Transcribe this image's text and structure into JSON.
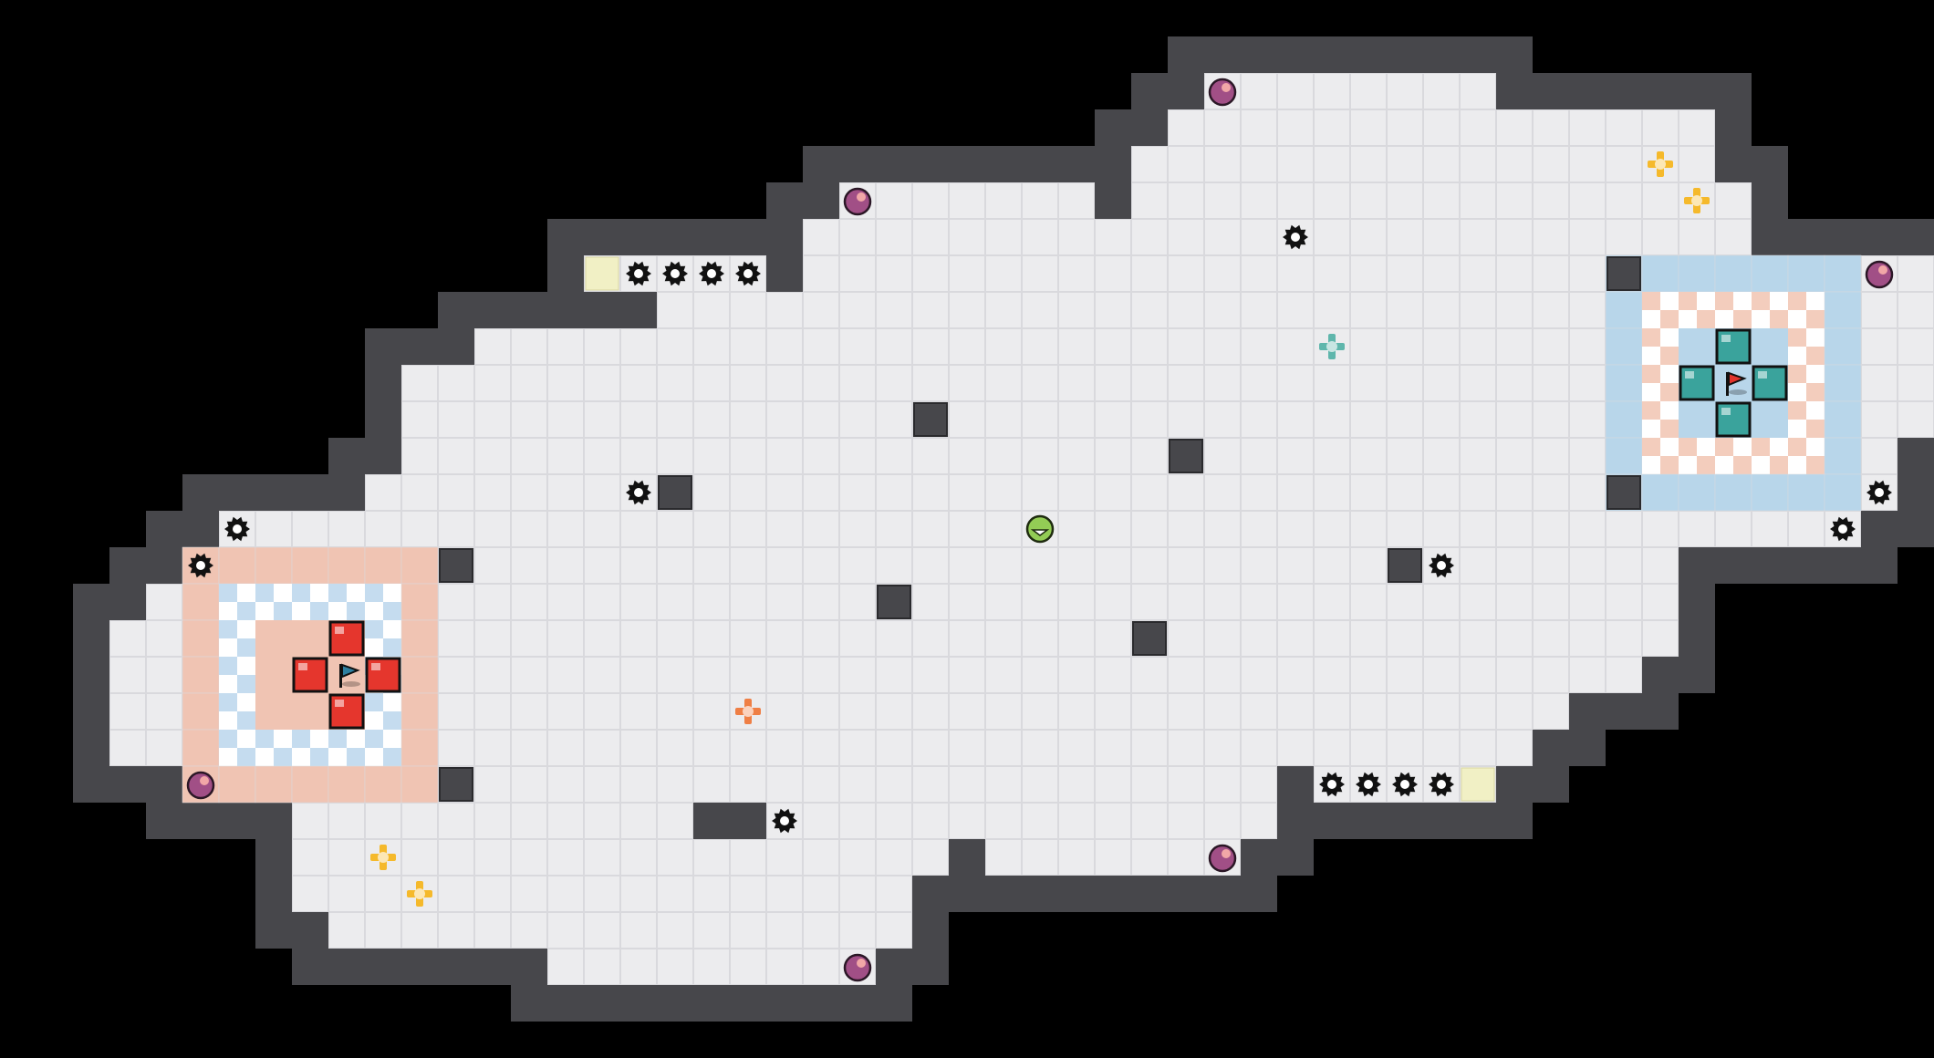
{
  "colors": {
    "background": "#000000",
    "floor": "#ececee",
    "floor_line": "#d9d9dd",
    "wall": "#47474b",
    "wall_edge": "#2a2a2d",
    "block": "#47474b",
    "red_base": "#f0c4b3",
    "blue_base": "#b8d6ea",
    "checker_light": "#ffffff",
    "checker_blue": "#c5dcef",
    "checker_red": "#f3cdbd",
    "red_crate": "#e5362d",
    "teal_crate": "#3aa39c",
    "pad": "#f1f0c5",
    "spike": "#111111",
    "powerup_yellow": "#f5b92b",
    "powerup_orange": "#ef7f45",
    "powerup_teal": "#5fb6ac",
    "bomb": "#a14f86",
    "ball": "#93cc55"
  },
  "icons": {
    "spike": "spike-icon",
    "bomb": "bomb-icon",
    "boost": "boost-pad-icon",
    "powerup": "powerup-plus-icon",
    "flag": "flag-icon",
    "ball": "ball-icon"
  },
  "flags": [
    {
      "team": "blue",
      "col": 7,
      "row": 16
    },
    {
      "team": "red",
      "col": 45,
      "row": 8
    }
  ],
  "balls": [
    {
      "team": "neutral",
      "col": 26,
      "row": 12
    }
  ],
  "bombs": [
    {
      "col": 31,
      "row": 0
    },
    {
      "col": 21,
      "row": 3
    },
    {
      "col": 49,
      "row": 5
    },
    {
      "col": 3,
      "row": 19
    },
    {
      "col": 31,
      "row": 21
    },
    {
      "col": 21,
      "row": 24
    }
  ],
  "powerups": [
    {
      "color": "yellow",
      "col": 43,
      "row": 2
    },
    {
      "color": "yellow",
      "col": 44,
      "row": 3
    },
    {
      "color": "teal",
      "col": 34,
      "row": 7
    },
    {
      "color": "orange",
      "col": 18,
      "row": 17
    },
    {
      "color": "yellow",
      "col": 8,
      "row": 21
    },
    {
      "color": "yellow",
      "col": 9,
      "row": 22
    }
  ],
  "spikes": [
    {
      "col": 15,
      "row": 5
    },
    {
      "col": 16,
      "row": 5
    },
    {
      "col": 17,
      "row": 5
    },
    {
      "col": 18,
      "row": 5
    },
    {
      "col": 33,
      "row": 4
    },
    {
      "col": 15,
      "row": 11
    },
    {
      "col": 4,
      "row": 12
    },
    {
      "col": 3,
      "row": 13
    },
    {
      "col": 37,
      "row": 13
    },
    {
      "col": 49,
      "row": 11
    },
    {
      "col": 48,
      "row": 12
    },
    {
      "col": 19,
      "row": 20
    },
    {
      "col": 34,
      "row": 19
    },
    {
      "col": 35,
      "row": 19
    },
    {
      "col": 36,
      "row": 19
    },
    {
      "col": 37,
      "row": 19
    }
  ],
  "boost_pads": [
    {
      "col": 14,
      "row": 5
    },
    {
      "col": 38,
      "row": 19
    }
  ],
  "red_crates": [
    {
      "col": 7,
      "row": 15
    },
    {
      "col": 6,
      "row": 16
    },
    {
      "col": 8,
      "row": 16
    },
    {
      "col": 7,
      "row": 17
    }
  ],
  "teal_crates": [
    {
      "col": 45,
      "row": 7
    },
    {
      "col": 44,
      "row": 8
    },
    {
      "col": 46,
      "row": 8
    },
    {
      "col": 45,
      "row": 9
    }
  ],
  "blocks": [
    {
      "col": 23,
      "row": 9
    },
    {
      "col": 30,
      "row": 10
    },
    {
      "col": 16,
      "row": 11
    },
    {
      "col": 10,
      "row": 13
    },
    {
      "col": 36,
      "row": 13
    },
    {
      "col": 22,
      "row": 14
    },
    {
      "col": 29,
      "row": 15
    },
    {
      "col": 10,
      "row": 19
    },
    {
      "col": 42,
      "row": 5
    },
    {
      "col": 42,
      "row": 11
    }
  ],
  "floor_rows": [
    {
      "row": 0,
      "spans": [
        [
          31,
          38
        ]
      ]
    },
    {
      "row": 1,
      "spans": [
        [
          30,
          44
        ]
      ]
    },
    {
      "row": 2,
      "spans": [
        [
          29,
          44
        ]
      ]
    },
    {
      "row": 3,
      "spans": [
        [
          21,
          27
        ],
        [
          29,
          45
        ]
      ]
    },
    {
      "row": 4,
      "spans": [
        [
          20,
          45
        ]
      ]
    },
    {
      "row": 5,
      "spans": [
        [
          14,
          18
        ],
        [
          20,
          50
        ]
      ]
    },
    {
      "row": 6,
      "spans": [
        [
          16,
          50
        ]
      ]
    },
    {
      "row": 7,
      "spans": [
        [
          11,
          50
        ]
      ]
    },
    {
      "row": 8,
      "spans": [
        [
          9,
          50
        ]
      ]
    },
    {
      "row": 9,
      "spans": [
        [
          9,
          50
        ]
      ]
    },
    {
      "row": 10,
      "spans": [
        [
          9,
          49
        ]
      ]
    },
    {
      "row": 11,
      "spans": [
        [
          8,
          49
        ]
      ]
    },
    {
      "row": 12,
      "spans": [
        [
          4,
          48
        ]
      ]
    },
    {
      "row": 13,
      "spans": [
        [
          3,
          43
        ]
      ]
    },
    {
      "row": 14,
      "spans": [
        [
          2,
          43
        ]
      ]
    },
    {
      "row": 15,
      "spans": [
        [
          1,
          43
        ]
      ]
    },
    {
      "row": 16,
      "spans": [
        [
          1,
          42
        ]
      ]
    },
    {
      "row": 17,
      "spans": [
        [
          1,
          40
        ]
      ]
    },
    {
      "row": 18,
      "spans": [
        [
          1,
          39
        ]
      ]
    },
    {
      "row": 19,
      "spans": [
        [
          3,
          32
        ],
        [
          34,
          38
        ]
      ]
    },
    {
      "row": 20,
      "spans": [
        [
          6,
          16
        ],
        [
          19,
          32
        ]
      ]
    },
    {
      "row": 21,
      "spans": [
        [
          6,
          23
        ],
        [
          25,
          31
        ]
      ]
    },
    {
      "row": 22,
      "spans": [
        [
          6,
          22
        ]
      ]
    },
    {
      "row": 23,
      "spans": [
        [
          7,
          22
        ]
      ]
    },
    {
      "row": 24,
      "spans": [
        [
          13,
          21
        ]
      ]
    }
  ],
  "red_base": {
    "col": 3,
    "row": 13,
    "size": 7
  },
  "blue_base": {
    "col": 42,
    "row": 5,
    "size": 7
  }
}
